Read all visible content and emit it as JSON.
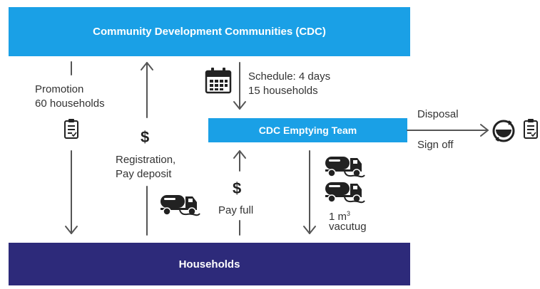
{
  "boxes": {
    "cdc": "Community Development Communities (CDC)",
    "team": "CDC Emptying Team",
    "households": "Households"
  },
  "labels": {
    "promotion_line1": "Promotion",
    "promotion_line2": "60 households",
    "registration_line1": "Registration,",
    "registration_line2": "Pay deposit",
    "schedule_line1": "Schedule: 4 days",
    "schedule_line2": "15 households",
    "pay_full": "Pay full",
    "volume_value": "1 m",
    "volume_exponent": "3",
    "vacutug": "vacutug",
    "disposal": "Disposal",
    "sign_off": "Sign off",
    "currency_symbol": "$"
  },
  "colors": {
    "light_blue": "#1aa0e6",
    "dark_navy": "#2d2a7a",
    "arrow": "#555555",
    "icon": "#222222"
  },
  "icons": [
    "checklist-icon",
    "calendar-icon",
    "vacuum-truck-icon",
    "treatment-plant-icon"
  ]
}
